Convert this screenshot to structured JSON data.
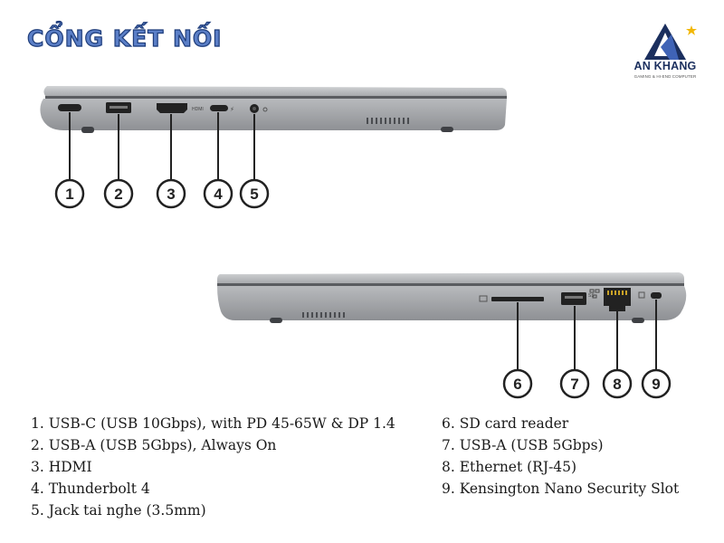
{
  "title": "CỔNG KẾT NỐI",
  "logo": {
    "brand": "AN KHANG",
    "tagline": "GAMING & HI-END COMPUTER",
    "colors": {
      "triangle": "#1b2f5e",
      "star": "#f2b705"
    }
  },
  "port_labels": {
    "hdmi": "HDMI",
    "usb": "SS",
    "thunderbolt": "⚡"
  },
  "callouts": {
    "left": [
      "1",
      "2",
      "3",
      "4",
      "5"
    ],
    "right": [
      "6",
      "7",
      "8",
      "9"
    ]
  },
  "legend": {
    "left": [
      "1. USB-C (USB 10Gbps), with PD 45-65W & DP 1.4",
      "2. USB-A (USB 5Gbps), Always On",
      "3. HDMI",
      "4. Thunderbolt 4",
      "5.  Jack tai nghe (3.5mm)"
    ],
    "right": [
      "6. SD card reader",
      "7. USB-A (USB 5Gbps)",
      "8. Ethernet (RJ-45)",
      "9. Kensington Nano Security Slot"
    ]
  },
  "colors": {
    "title_fill": "#5b7fc7",
    "title_stroke": "#1f3d7a",
    "laptop_body": "#a9abae",
    "laptop_lid": "#bdbfc2",
    "laptop_dark": "#55585c"
  }
}
